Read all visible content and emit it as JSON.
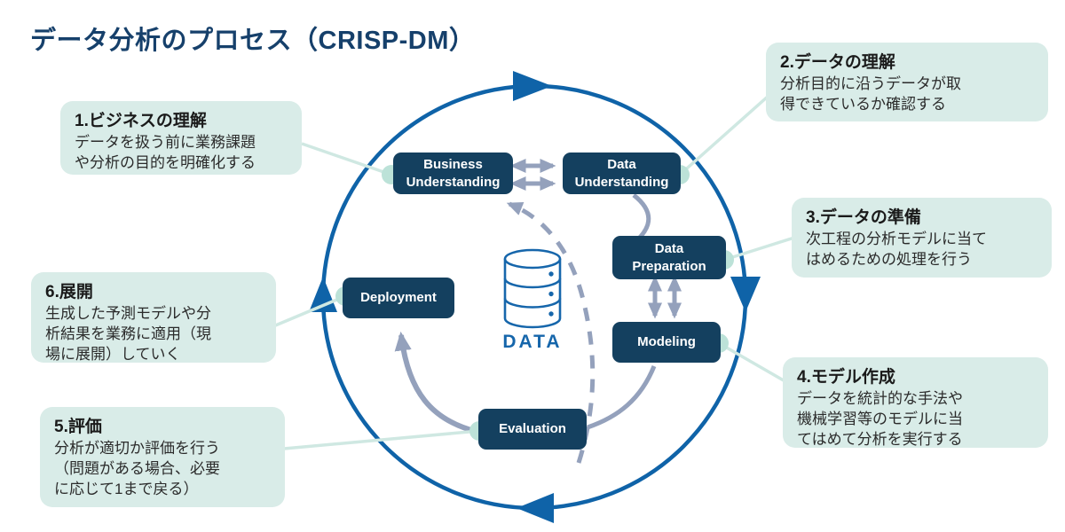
{
  "title": "データ分析のプロセス（CRISP-DM）",
  "center": {
    "label": "DATA"
  },
  "process_nodes": {
    "business_understanding": {
      "label": "Business Understanding"
    },
    "data_understanding": {
      "label": "Data Understanding"
    },
    "data_preparation": {
      "label": "Data Preparation"
    },
    "modeling": {
      "label": "Modeling"
    },
    "evaluation": {
      "label": "Evaluation"
    },
    "deployment": {
      "label": "Deployment"
    }
  },
  "callouts": [
    {
      "heading": "1.ビジネスの理解",
      "body_lines": [
        "データを扱う前に業務課題",
        "や分析の目的を明確化する"
      ]
    },
    {
      "heading": "2.データの理解",
      "body_lines": [
        "分析目的に沿うデータが取",
        "得できているか確認する"
      ]
    },
    {
      "heading": "3.データの準備",
      "body_lines": [
        "次工程の分析モデルに当て",
        "はめるための処理を行う"
      ]
    },
    {
      "heading": "4.モデル作成",
      "body_lines": [
        "データを統計的な手法や",
        "機械学習等のモデルに当",
        "てはめて分析を実行する"
      ]
    },
    {
      "heading": "5.評価",
      "body_lines": [
        "分析が適切か評価を行う",
        "（問題がある場合、必要",
        "に応じて1まで戻る）"
      ]
    },
    {
      "heading": "6.展開",
      "body_lines": [
        "生成した予測モデルや分",
        "析結果を業務に適用（現",
        "場に展開）していく"
      ]
    }
  ],
  "colors": {
    "node_navy": "#14405f",
    "cycle_blue": "#0f63a8",
    "arrow_gray": "#94a1bc",
    "callout_mint": "#d9ece8",
    "connector_mint": "#cfe8e2",
    "connector_dot": "#bce2d8",
    "data_icon_blue": "#1666ab",
    "title_navy": "#16406b"
  }
}
